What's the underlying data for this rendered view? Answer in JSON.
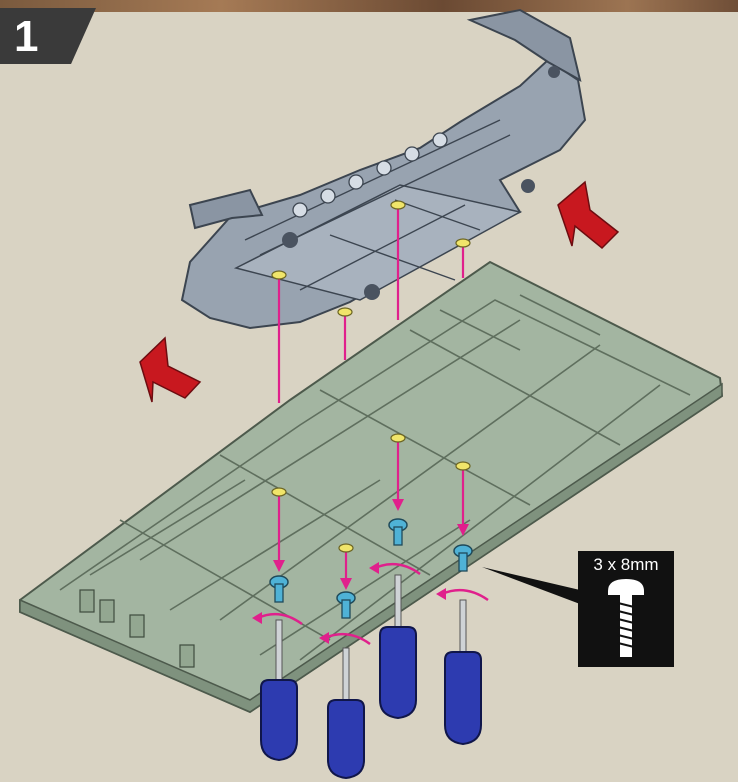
{
  "step": {
    "number": "1"
  },
  "screw_callout": {
    "label": "3 x 8mm",
    "icon": "screw-icon"
  },
  "parts": {
    "helicopter": "helicopter-body",
    "base": "display-base-stand",
    "screws": "screw-icon",
    "screwdrivers": "screwdriver-icon",
    "arrows": "lift-arrow-icon"
  },
  "colors": {
    "background": "#d9d3c3",
    "helicopter": "#98a3b0",
    "base": "#a7b8a5",
    "guide_line": "#e0208c",
    "arrow": "#c8181f",
    "screw": "#4fb2d6",
    "screwdriver": "#2d3bb0"
  }
}
